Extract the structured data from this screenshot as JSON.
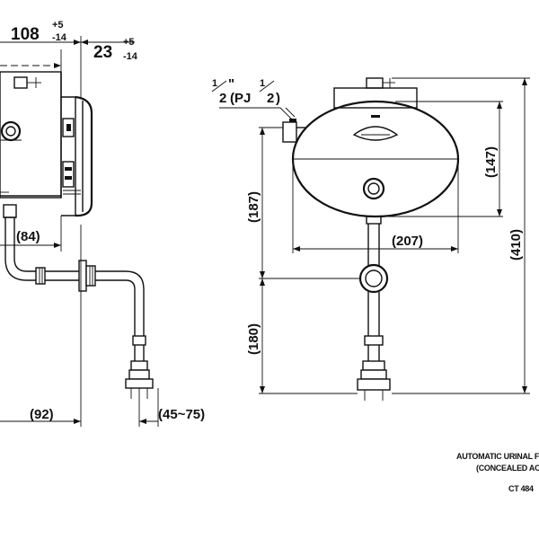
{
  "dimensions": {
    "top_left_value": "108",
    "top_left_tol_plus": "+5",
    "top_left_tol_minus": "-14",
    "top_right_value": "23",
    "top_right_tol_plus": "+5",
    "top_right_tol_minus": "-14",
    "side_84": "(84)",
    "side_92": "(92)",
    "side_45_75": "(45~75)",
    "front_187": "(187)",
    "front_180": "(180)",
    "front_207": "(207)",
    "front_147": "(147)",
    "front_410": "(410)"
  },
  "thread_label": {
    "num1": "1",
    "den1": "2",
    "quote": "\"",
    "mid": "(PJ",
    "num2": "1",
    "den2": "2",
    "close": ")"
  },
  "title_block": {
    "line1": "AUTOMATIC URINAL F",
    "line2": "(CONCEALED AC",
    "model": "CT 484"
  }
}
